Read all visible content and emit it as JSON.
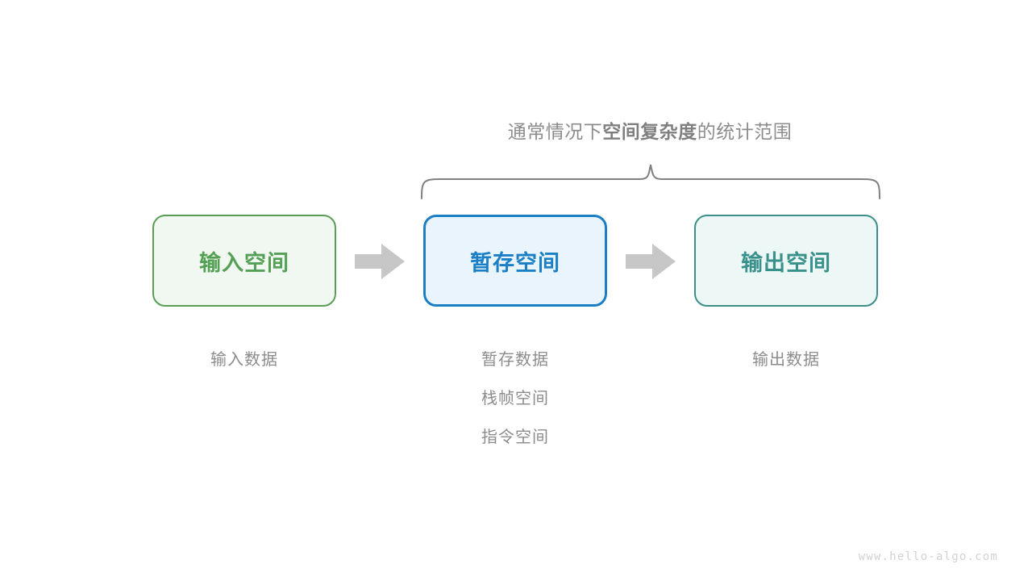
{
  "diagram": {
    "scope_caption": {
      "prefix": "通常情况下",
      "emphasis": "空间复杂度",
      "suffix": "的统计范围"
    },
    "brace": {
      "label": "space-complexity-scope-brace",
      "color": "#808080",
      "spans": [
        "暂存空间",
        "输出空间"
      ]
    },
    "boxes": [
      {
        "id": "input-space",
        "title": "输入空间",
        "text_color": "#54a055",
        "border_color": "#5a9e56",
        "fill_color": "#f1f8f1",
        "captions": [
          "输入数据"
        ]
      },
      {
        "id": "temp-space",
        "title": "暂存空间",
        "text_color": "#1b7fc6",
        "border_color": "#1b7fc6",
        "fill_color": "#e9f4fd",
        "captions": [
          "暂存数据",
          "栈帧空间",
          "指令空间"
        ]
      },
      {
        "id": "output-space",
        "title": "输出空间",
        "text_color": "#39918b",
        "border_color": "#3c8f89",
        "fill_color": "#edf7f5",
        "captions": [
          "输出数据"
        ]
      }
    ],
    "arrows": [
      {
        "id": "arrow-input-to-temp",
        "color": "#c7c7c7"
      },
      {
        "id": "arrow-temp-to-output",
        "color": "#c7c7c7"
      }
    ],
    "watermark": "www.hello-algo.com",
    "background_color": "#ffffff"
  }
}
